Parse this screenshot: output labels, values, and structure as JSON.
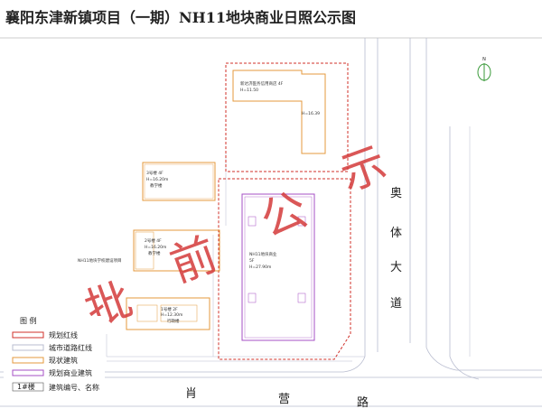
{
  "title": "襄阳东津新镇项目（一期）NH11地块商业日照公示图",
  "north_label": "N",
  "buildings": {
    "top_building_name": "新达济医务信用商店 4F",
    "top_building_height": "H=11.50",
    "top_building_height2": "H=16.39",
    "b3_name": "3号楼 4F",
    "b3_height": "H=16.20m",
    "b3_use": "教学楼",
    "b2_name": "2号楼 4F",
    "b2_height": "H=16.20m",
    "b2_use": "教学楼",
    "school_label": "NH11地块学校建设项目",
    "b1_name": "1号楼 2F",
    "b1_height": "H=12.30m",
    "b1_use": "行政楼",
    "commercial_name": "NH11地块商业",
    "commercial_floors": "5F",
    "commercial_height": "H=27.90m"
  },
  "watermark": [
    "批",
    "前",
    "公",
    "示"
  ],
  "roads": {
    "east_road": [
      "奥",
      "体",
      "大",
      "道"
    ],
    "south_road": [
      "肖",
      "营",
      "路"
    ]
  },
  "legend": {
    "heading": "图  例",
    "items": [
      "规划红线",
      "城市道路红线",
      "现状建筑",
      "规划商业建筑",
      "建筑编号、名称"
    ],
    "building_number_sample": "1#楼"
  },
  "colors": {
    "planning_red_line": "#d0302a",
    "road_line": "#b8bccf",
    "existing_building": "#e49a3c",
    "planned_commercial": "#a64fc4",
    "watermark": "#d33a3a",
    "compass": "#3a9a3a"
  }
}
